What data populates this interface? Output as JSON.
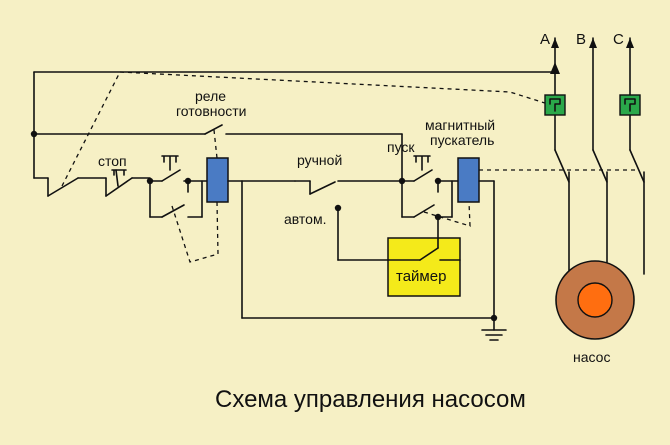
{
  "title": "Схема управления насосом",
  "phases": [
    "A",
    "B",
    "C"
  ],
  "labels": {
    "relay_line1": "реле",
    "relay_line2": "готовности",
    "stop": "стоп",
    "manual": "ручной",
    "auto": "автом.",
    "start": "пуск",
    "starter_line1": "магнитный",
    "starter_line2": "пускатель",
    "timer": "таймер",
    "pump": "насос"
  },
  "colors": {
    "background": "#f6f0c5",
    "relay_coil": "#4a7bc4",
    "overload_relay": "#2aa84a",
    "timer": "#f4ea1a",
    "motor_outer": "#c47848",
    "motor_inner": "#ff6e10"
  }
}
